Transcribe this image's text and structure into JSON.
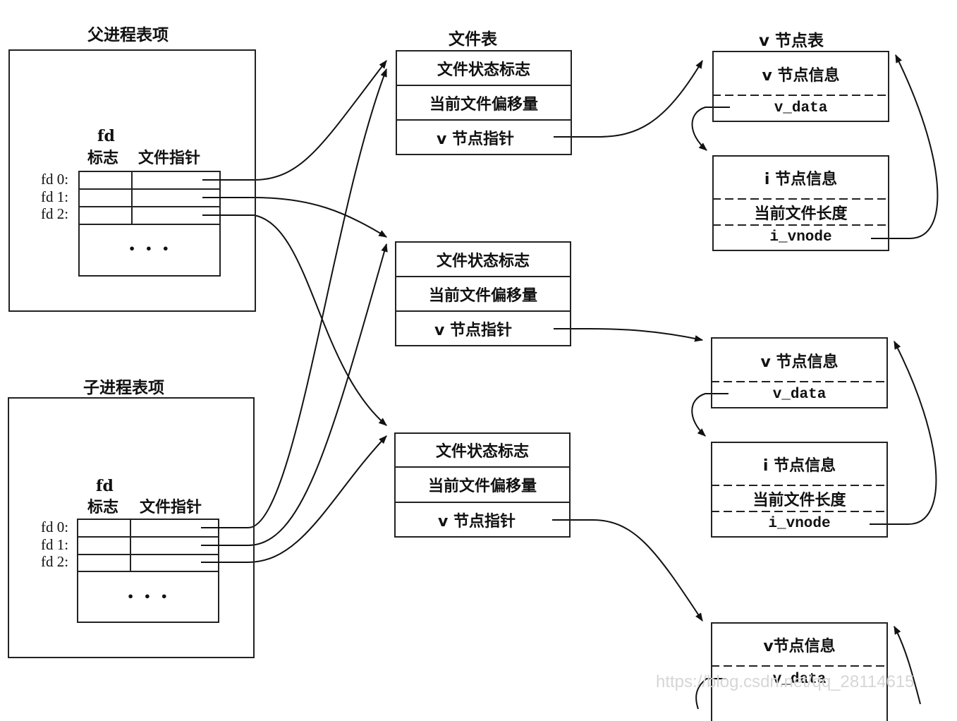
{
  "parent": {
    "title": "父进程表项",
    "col_fd_flag_line1": "fd",
    "col_fd_flag_line2": "标志",
    "col_file_ptr": "文件指针",
    "rows": [
      "fd 0:",
      "fd 1:",
      "fd 2:"
    ],
    "ellipsis": "• • •"
  },
  "child": {
    "title": "子进程表项",
    "col_fd_flag_line1": "fd",
    "col_fd_flag_line2": "标志",
    "col_file_ptr": "文件指针",
    "rows": [
      "fd 0:",
      "fd 1:",
      "fd 2:"
    ],
    "ellipsis": "• • •"
  },
  "file_table": {
    "title": "文件表",
    "entries": [
      {
        "status": "文件状态标志",
        "offset": "当前文件偏移量",
        "vptr": "v 节点指针"
      },
      {
        "status": "文件状态标志",
        "offset": "当前文件偏移量",
        "vptr": "v 节点指针"
      },
      {
        "status": "文件状态标志",
        "offset": "当前文件偏移量",
        "vptr": "v 节点指针"
      }
    ]
  },
  "vnode_table": {
    "title": "v 节点表",
    "vnodes": [
      {
        "vinfo": "v 节点信息",
        "vdata": "v_data",
        "iinfo": "i 节点信息",
        "ilen": "当前文件长度",
        "ivnode": "i_vnode"
      },
      {
        "vinfo": "v 节点信息",
        "vdata": "v_data",
        "iinfo": "i 节点信息",
        "ilen": "当前文件长度",
        "ivnode": "i_vnode"
      },
      {
        "vinfo": "v节点信息",
        "vdata": "v_data"
      }
    ]
  },
  "watermark": "https://blog.csdn.net/qq_28114615"
}
